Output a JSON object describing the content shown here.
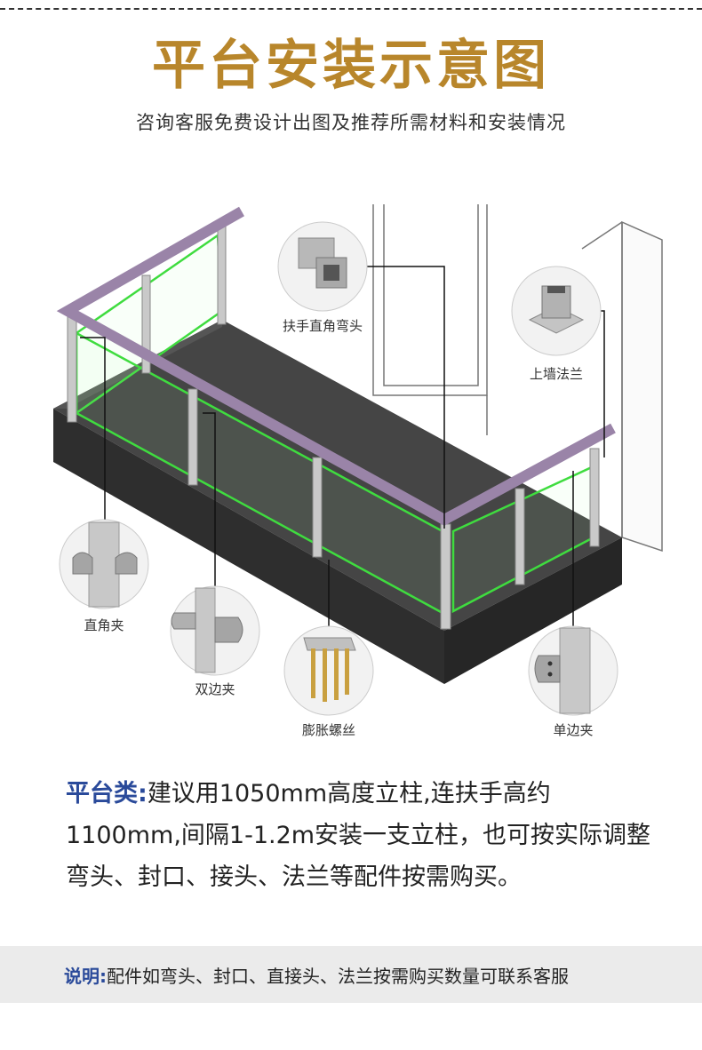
{
  "header": {
    "title": "平台安装示意图",
    "subtitle": "咨询客服免费设计出图及推荐所需材料和安装情况"
  },
  "callouts": {
    "elbow": "扶手直角弯头",
    "wall_flange": "上墙法兰",
    "right_angle_clamp": "直角夹",
    "double_clamp": "双边夹",
    "expansion_bolt": "膨胀螺丝",
    "single_clamp": "单边夹"
  },
  "description": {
    "lead": "平台类:",
    "text": "建议用1050mm高度立柱,连扶手高约1100mm,间隔1-1.2m安装一支立柱，也可按实际调整弯头、封口、接头、法兰等配件按需购买。"
  },
  "note": {
    "lead": "说明:",
    "text": "配件如弯头、封口、直接头、法兰按需购买数量可联系客服"
  },
  "colors": {
    "title": "#b8862b",
    "accent_blue": "#2a4a9a",
    "handrail": "#9a84a8",
    "glass_edge": "#3fdc3f",
    "platform_top": "#444444",
    "platform_side": "#2b2b2b"
  }
}
